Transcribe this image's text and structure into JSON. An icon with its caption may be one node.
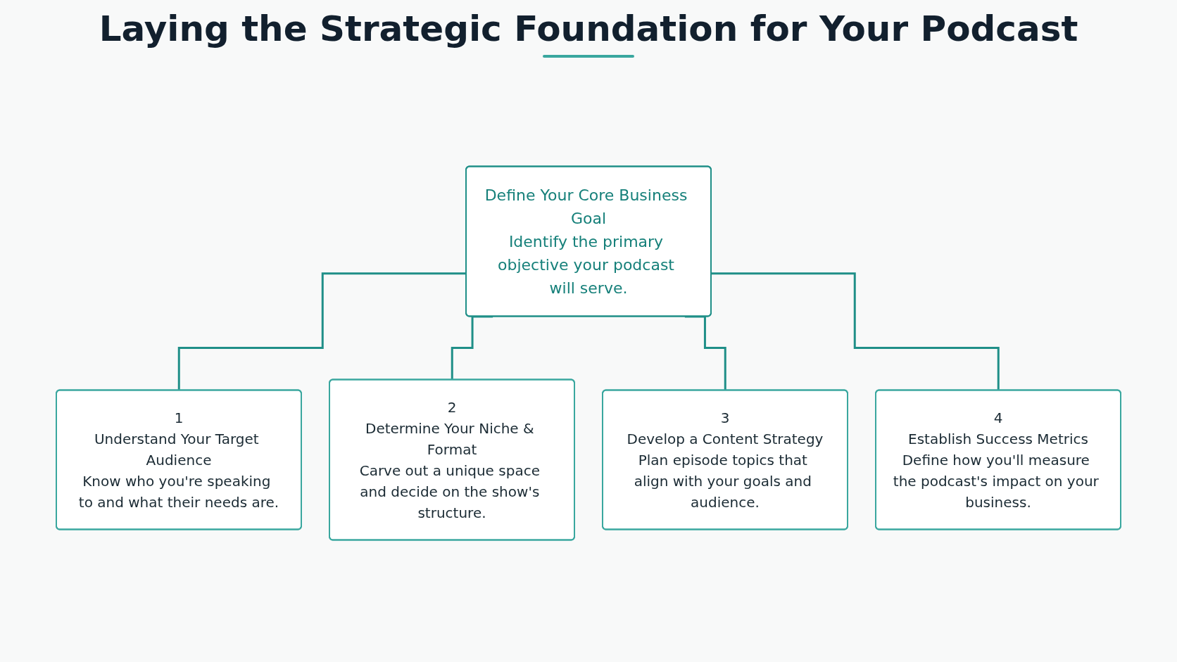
{
  "diagram": {
    "title": "Laying the Strategic Foundation for Your Podcast",
    "nodes": [
      {
        "text": [
          "Define Your Core Business Goal",
          "Identify the primary objective your podcast will serve."
        ]
      },
      {
        "text": [
          "1",
          "Understand Your Target Audience",
          "Know who you're speaking to and what their needs are."
        ]
      },
      {
        "text": [
          "2",
          "Determine Your Niche & Format",
          "Carve out a unique space and decide on the show's structure."
        ]
      },
      {
        "text": [
          "3",
          "Develop a Content Strategy",
          "Plan episode topics that align with your goals and audience."
        ]
      },
      {
        "text": [
          "4",
          "Establish Success Metrics",
          "Define how you'll measure the podcast's impact on your business."
        ]
      }
    ],
    "edges": [
      {
        "from": 0,
        "to": 1,
        "arrow": "none"
      },
      {
        "from": 0,
        "to": 2,
        "arrow": "none"
      },
      {
        "from": 0,
        "to": 3,
        "arrow": "none"
      },
      {
        "from": 0,
        "to": 4,
        "arrow": "none"
      }
    ]
  }
}
